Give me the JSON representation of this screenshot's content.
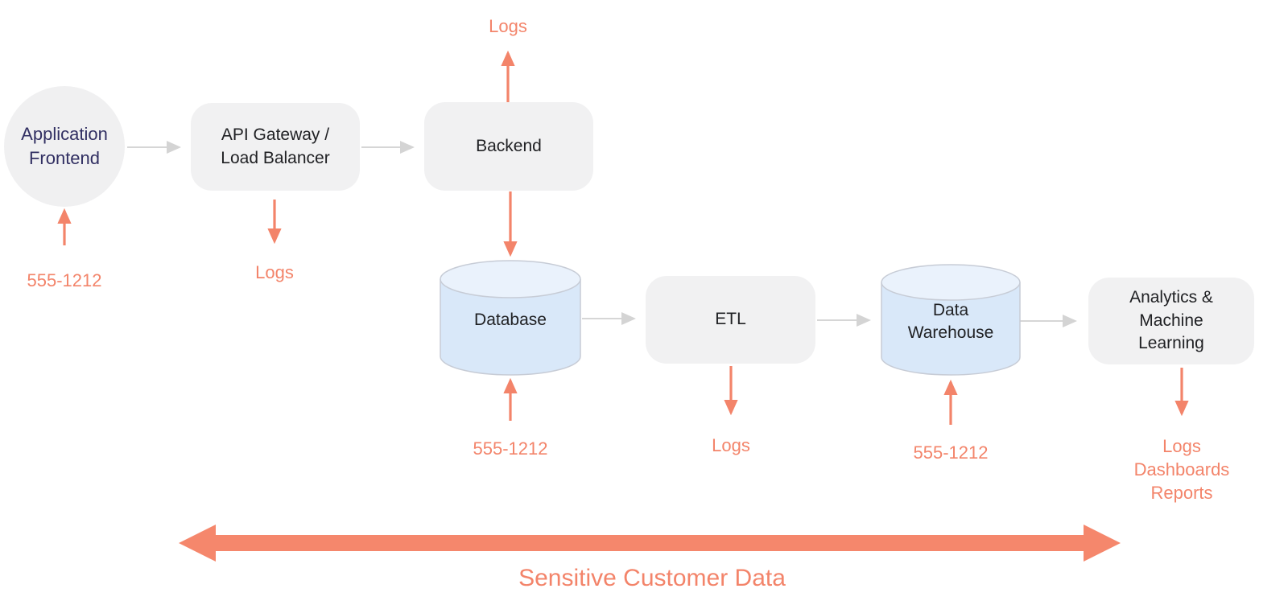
{
  "colors": {
    "accent": "#F3846A",
    "big_arrow": "#F5876C",
    "node_fill": "#F1F1F2",
    "node_text": "#202124",
    "frontend_text": "#312F62",
    "connector_gray": "#D4D4D4",
    "cylinder_fill": "#D9E8F9",
    "cylinder_top_fill": "#EAF2FC",
    "cylinder_border": "#C7CCD6"
  },
  "nodes": {
    "frontend": {
      "label": "Application\nFrontend"
    },
    "api_gateway": {
      "label": "API Gateway /\nLoad Balancer"
    },
    "backend": {
      "label": "Backend"
    },
    "database": {
      "label": "Database"
    },
    "etl": {
      "label": "ETL"
    },
    "warehouse": {
      "label": "Data\nWarehouse"
    },
    "analytics": {
      "label": "Analytics &\nMachine\nLearning"
    }
  },
  "annotations": {
    "frontend_phone": "555-1212",
    "gateway_logs": "Logs",
    "backend_logs": "Logs",
    "database_phone": "555-1212",
    "etl_logs": "Logs",
    "warehouse_phone": "555-1212",
    "analytics_outputs": "Logs\nDashboards\nReports"
  },
  "footer": {
    "label": "Sensitive Customer Data"
  }
}
